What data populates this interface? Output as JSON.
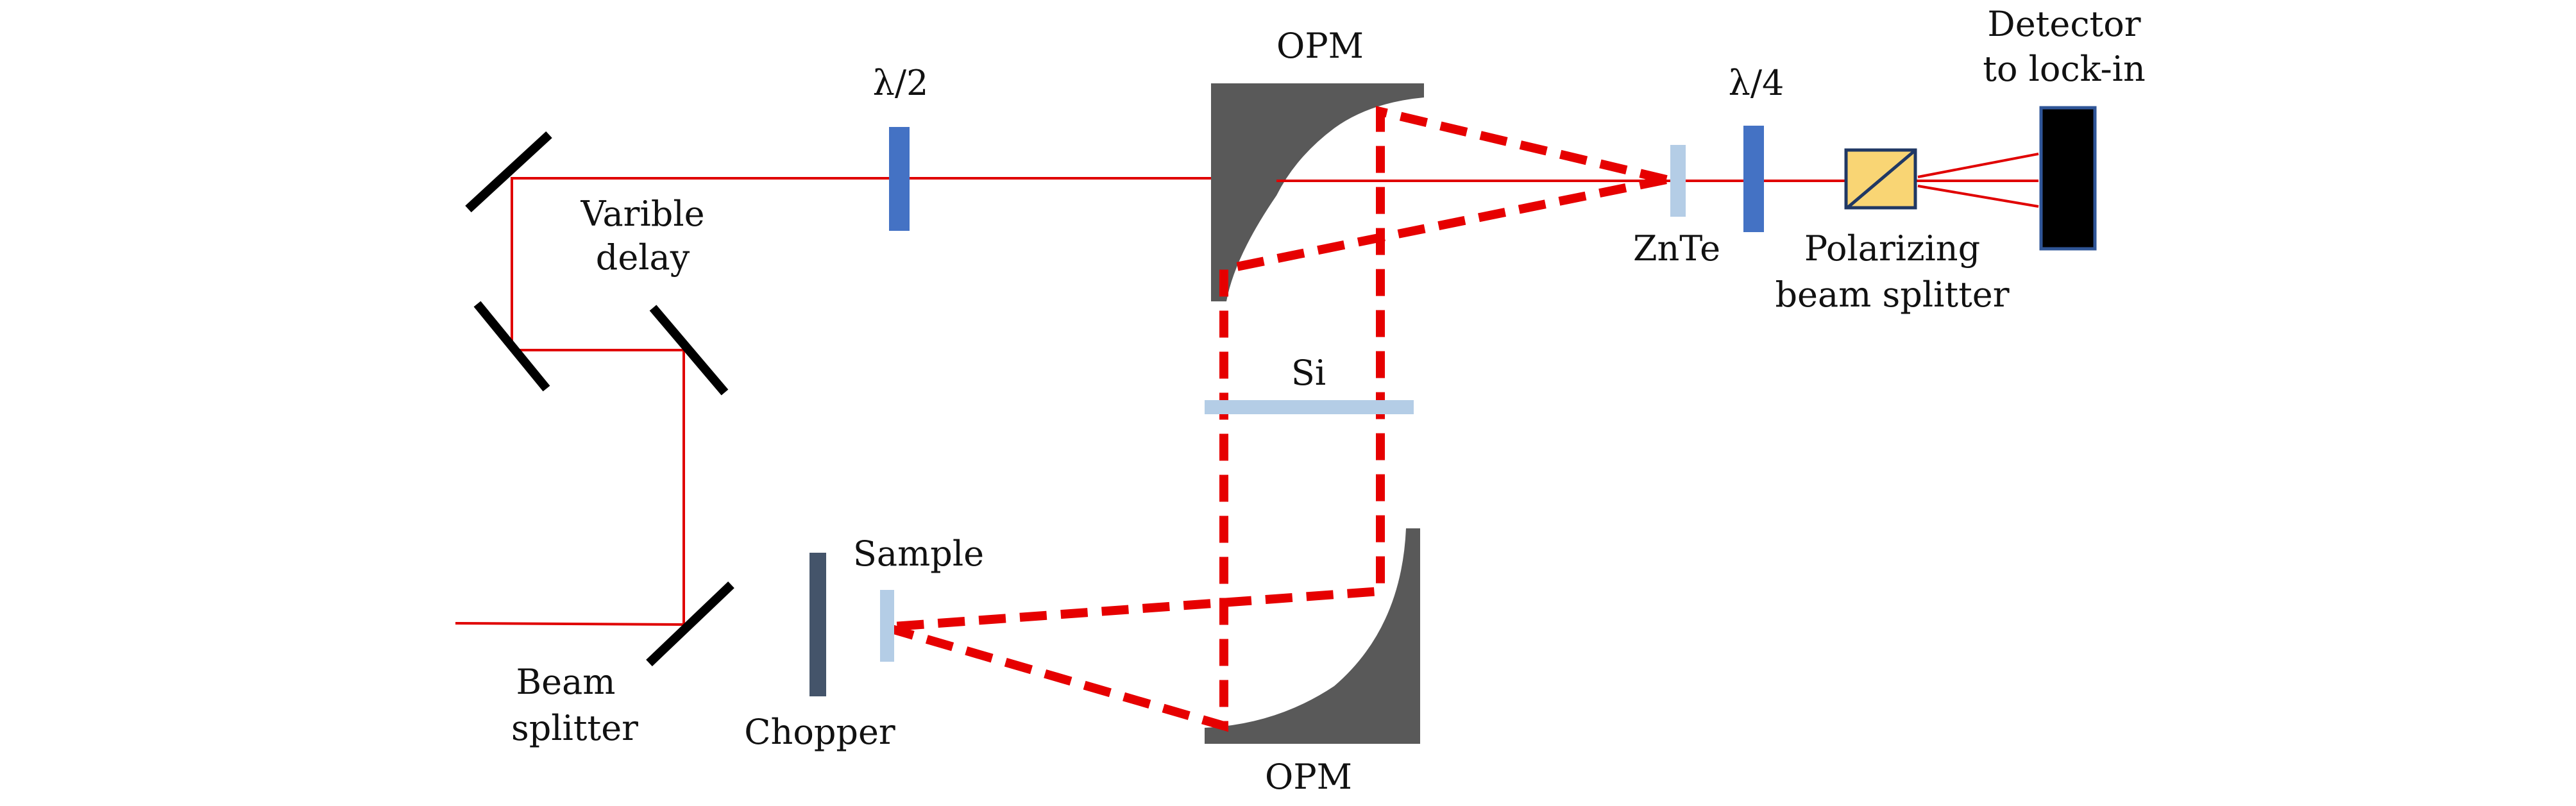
{
  "labels": {
    "opm_top": "OPM",
    "opm_bottom": "OPM",
    "half_wave": "λ/2",
    "quarter_wave": "λ/4",
    "variable_delay_line1": "Varible",
    "variable_delay_line2": "delay",
    "znte": "ZnTe",
    "polarizing_line1": "Polarizing",
    "polarizing_line2": "beam splitter",
    "detector_line1": "Detector",
    "detector_line2": "to lock-in",
    "si": "Si",
    "sample": "Sample",
    "beam_splitter_line1": "Beam",
    "beam_splitter_line2": "splitter",
    "chopper": "Chopper"
  },
  "colors": {
    "laser_beam": "#e00000",
    "thz_beam": "#e60000",
    "mirror": "#000000",
    "opm": "#595959",
    "waveplate": "#4472c4",
    "crystal": "#b4cde6",
    "chopper": "#44546a",
    "pbs_fill": "#f9d574",
    "pbs_stroke": "#203864",
    "detector": "#000000",
    "detector_stroke": "#2f5597"
  }
}
